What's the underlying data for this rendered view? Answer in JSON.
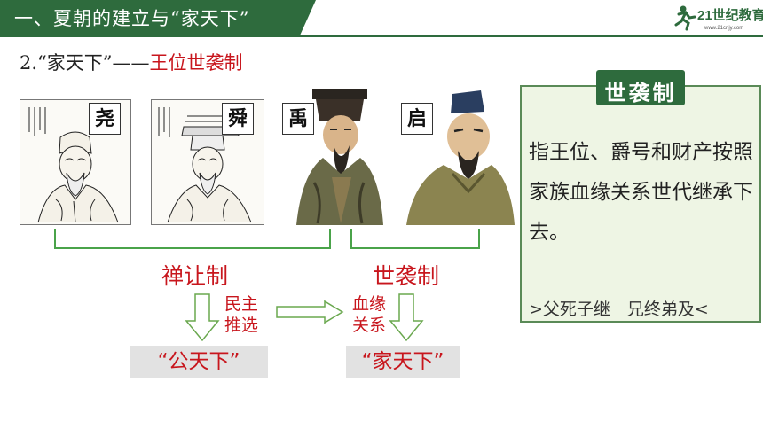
{
  "header": {
    "title": "一、夏朝的建立与“家天下”",
    "logo_text": "21世纪教育",
    "logo_sub": "www.21cnjy.com",
    "theme_color": "#2e6b3d"
  },
  "subtitle": {
    "prefix": "2.“家天下”——",
    "highlight": "王位世袭制"
  },
  "portraits": [
    {
      "label": "尧"
    },
    {
      "label": "舜"
    },
    {
      "label": "禹"
    },
    {
      "label": "启"
    }
  ],
  "diagram": {
    "left_system": "禅让制",
    "right_system": "世袭制",
    "left_basis_1": "民主",
    "left_basis_2": "推选",
    "right_basis_1": "血缘",
    "right_basis_2": "关系",
    "left_result": "“公天下”",
    "right_result": "“家天下”",
    "accent_color": "#c8161d"
  },
  "panel": {
    "tag": "世袭制",
    "body": "指王位、爵号和财产按照家族血缘关系世代继承下去。",
    "footnote": ">父死子继　兄终弟及<"
  }
}
